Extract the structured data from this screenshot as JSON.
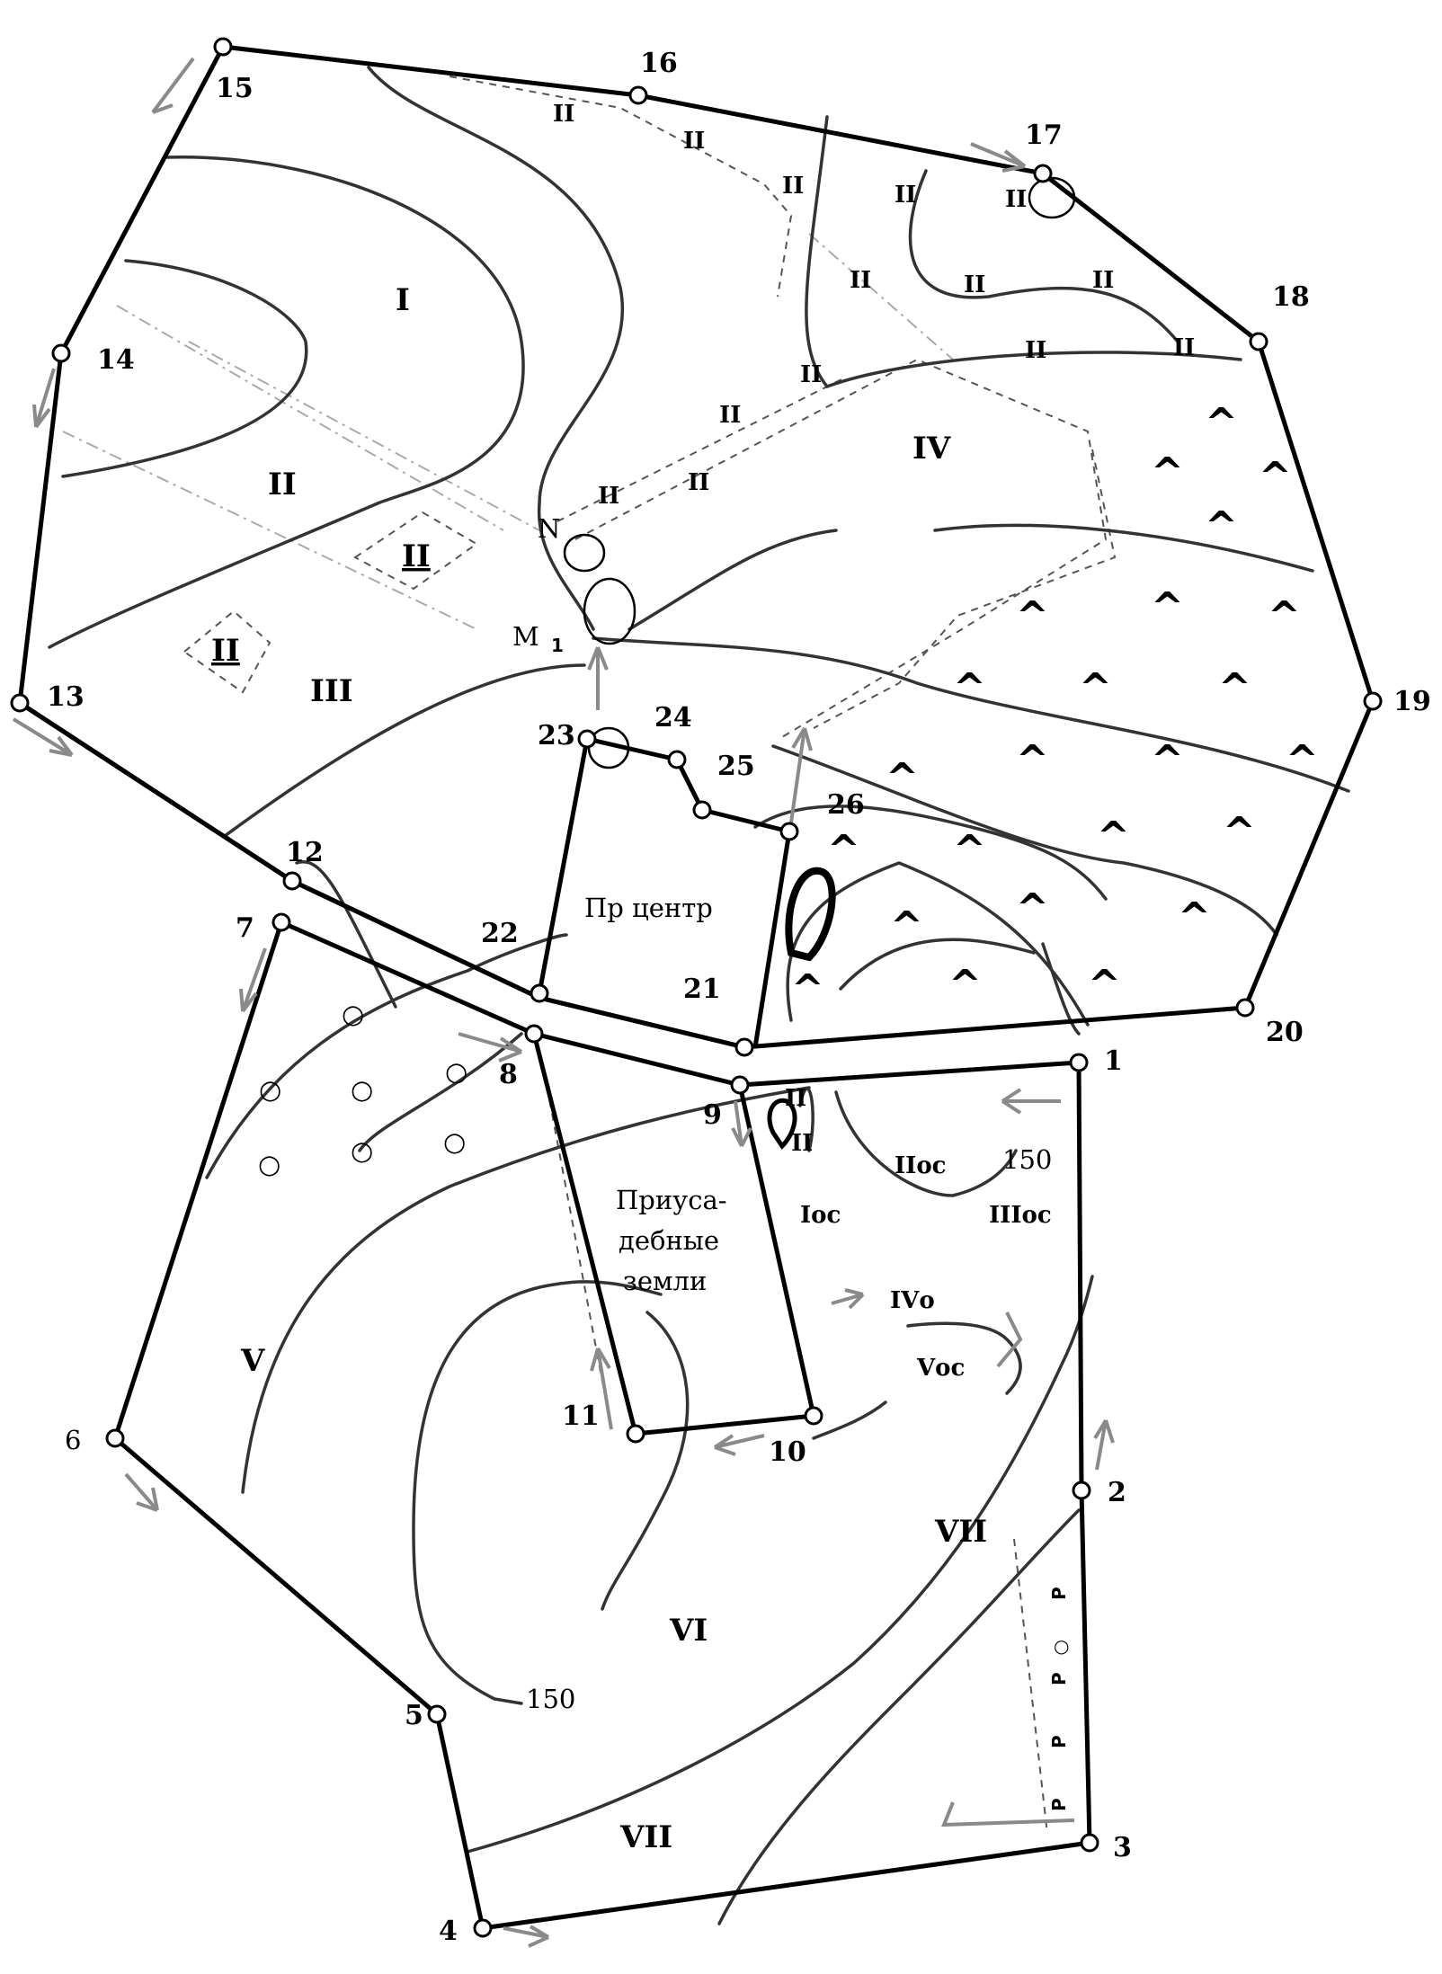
{
  "points": {
    "p1": "1",
    "p2": "2",
    "p3": "3",
    "p4": "4",
    "p5": "5",
    "p6": "6",
    "p7": "7",
    "p8": "8",
    "p9": "9",
    "p10": "10",
    "p11": "11",
    "p12": "12",
    "p13": "13",
    "p14": "14",
    "p15": "15",
    "p16": "16",
    "p17": "17",
    "p18": "18",
    "p19": "19",
    "p20": "20",
    "p21": "21",
    "p22": "22",
    "p23": "23",
    "p24": "24",
    "p25": "25",
    "p26": "26"
  },
  "zones": {
    "I": "I",
    "II": "II",
    "III": "III",
    "IV": "IV",
    "V": "V",
    "VI": "VI",
    "VII": "VII",
    "II_mark": "II",
    "I_oc": "Iос",
    "II_oc": "IIос",
    "III_oc": "IIIос",
    "IV_o": "IVо",
    "V_oc": "Vос"
  },
  "labels": {
    "production_center": "Пр центр",
    "household_l1": "Приуса-",
    "household_l2": "дебные",
    "household_l3": "земли",
    "contour_150": "150",
    "point_N": "N",
    "point_M": "M",
    "point_M_sub": "1",
    "symbol_p": "Р",
    "symbol_circle": "○",
    "symbol_marsh": "^"
  }
}
